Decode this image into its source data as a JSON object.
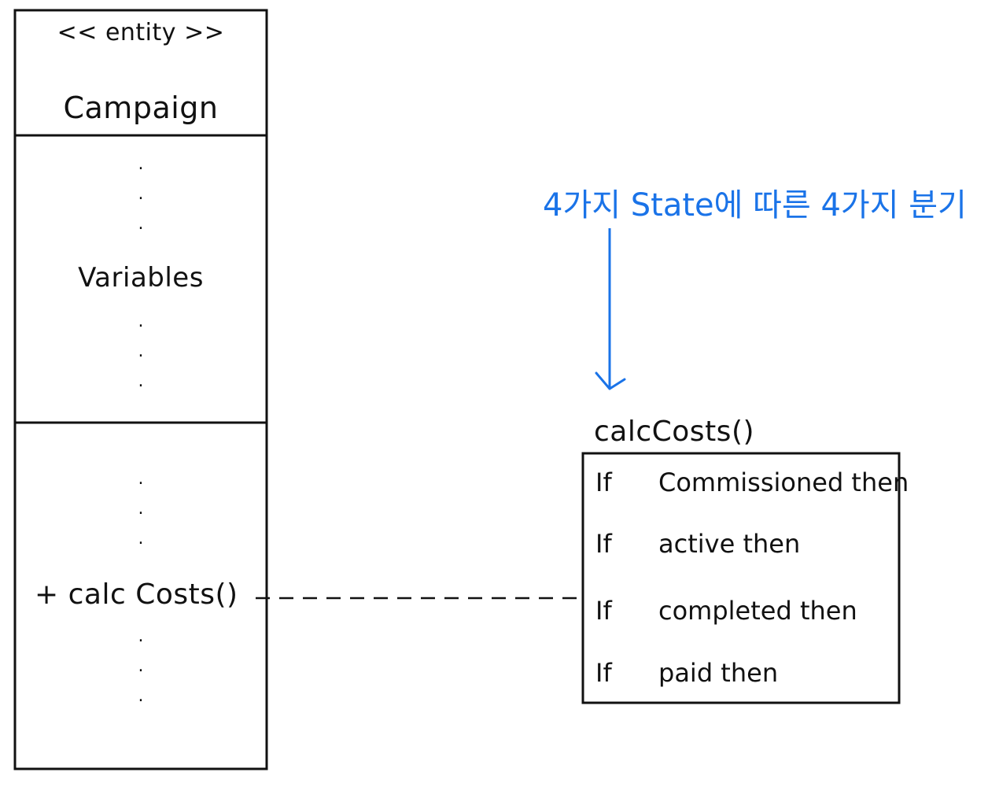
{
  "entity_class": {
    "stereotype": "<< entity >>",
    "name": "Campaign",
    "attributes_label": "Variables",
    "method": "+ calc Costs()",
    "ellipsis": "."
  },
  "note": {
    "title": "calcCosts()",
    "lines": [
      {
        "keyword": "If",
        "text": "Commissioned then"
      },
      {
        "keyword": "If",
        "text": "active then"
      },
      {
        "keyword": "If",
        "text": "completed then"
      },
      {
        "keyword": "If",
        "text": "paid then"
      }
    ]
  },
  "annotation": {
    "text": "4가지 State에 따른 4가지 분기",
    "color": "#1a73e8"
  },
  "colors": {
    "ink": "#111111",
    "annotation": "#1a73e8",
    "background": "#ffffff"
  }
}
